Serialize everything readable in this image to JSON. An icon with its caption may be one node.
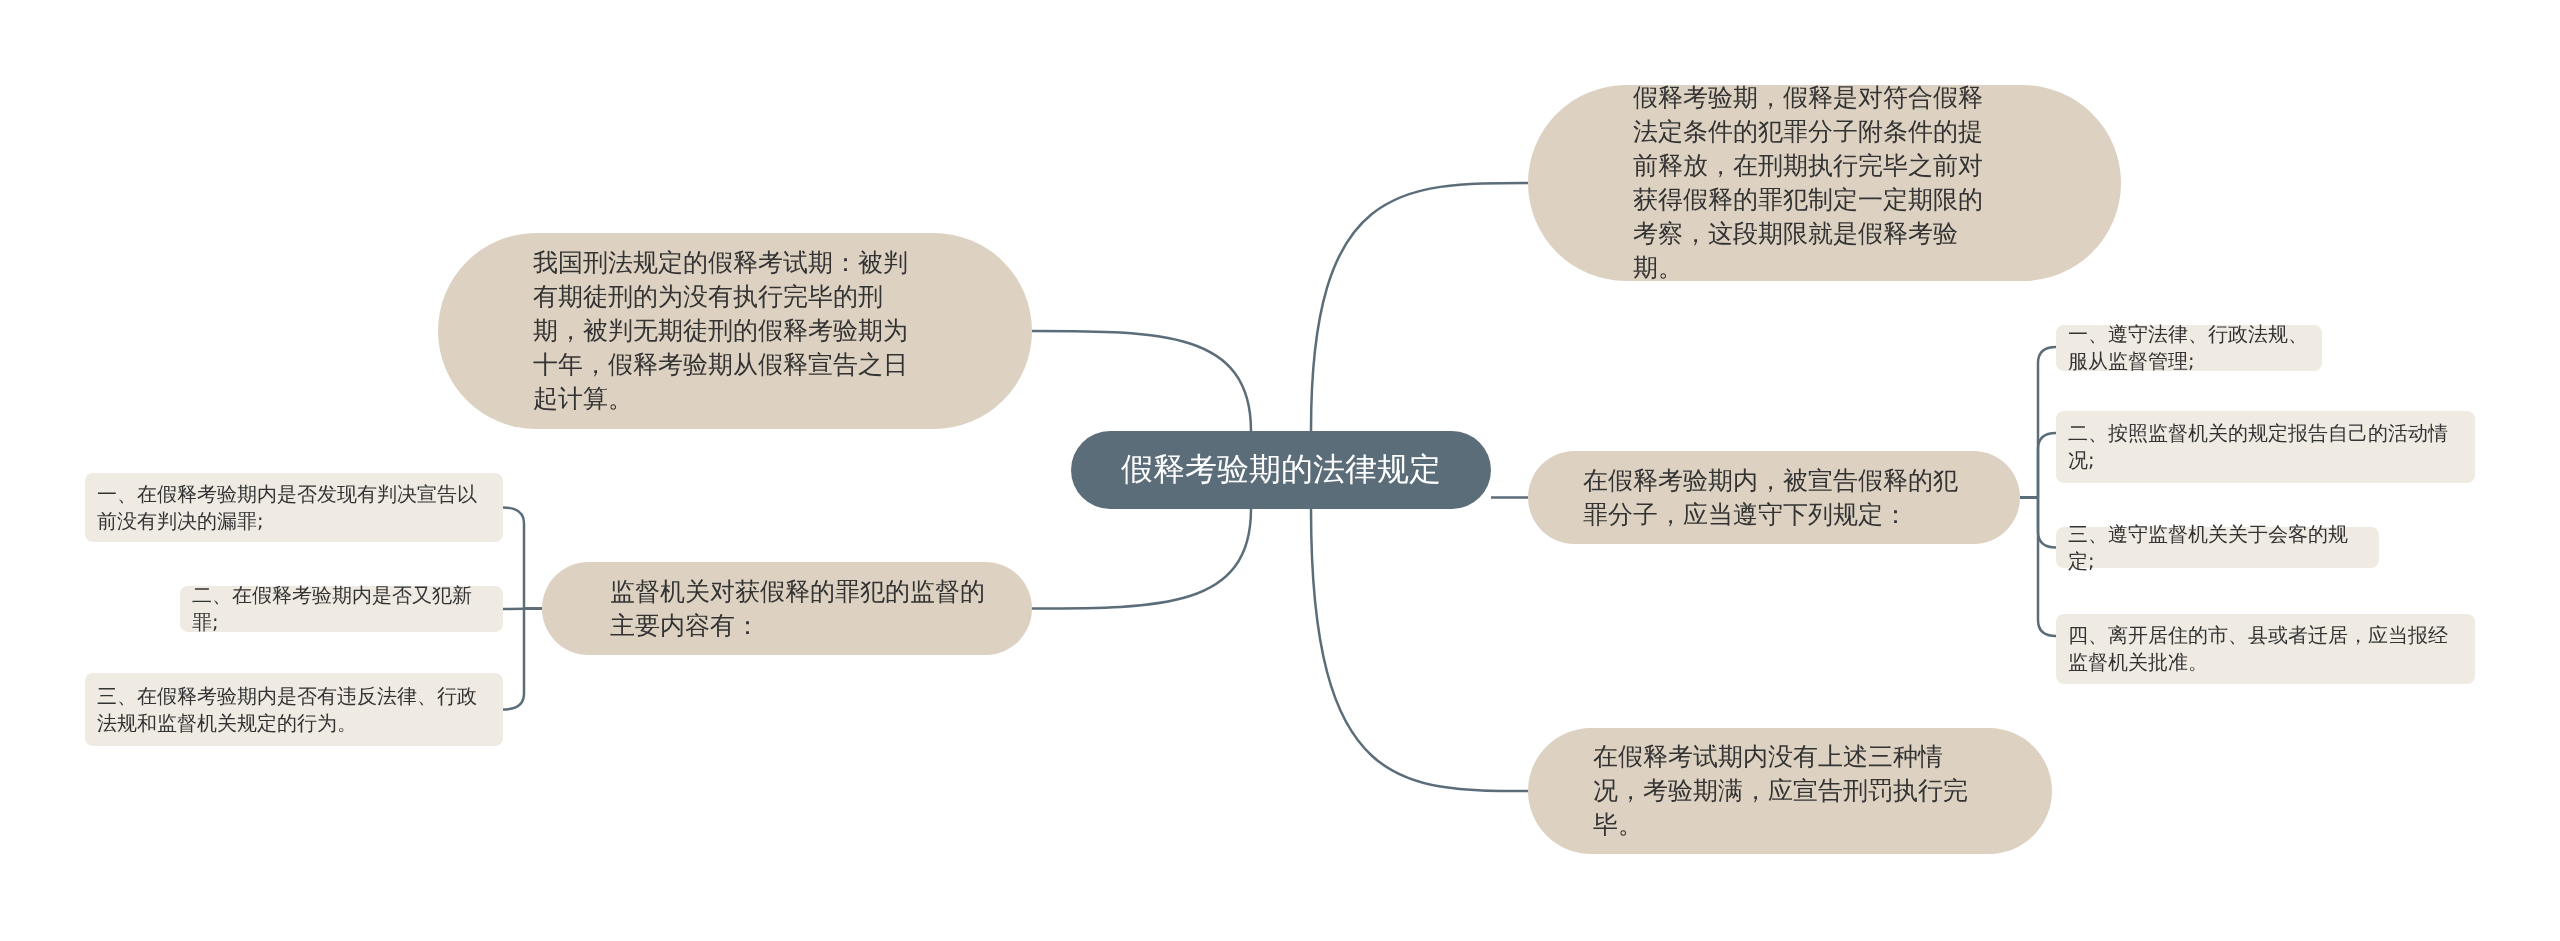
{
  "diagram": {
    "nodes": [
      {
        "text": [
          "假释考验期的法律规定"
        ]
      },
      {
        "text": [
          "假释考验期，假释是对符合假释法定条件的犯罪分子附条件的提前释放，在刑期执行完毕之前对获得假释的罪犯制定一定期限的考察，这段期限就是假释考验期。"
        ]
      },
      {
        "text": [
          "我国刑法规定的假释考试期：被判有期徒刑的为没有执行完毕的刑期，被判无期徒刑的假释考验期为十年，假释考验期从假释宣告之日起计算。"
        ]
      },
      {
        "text": [
          "在假释考验期内，被宣告假释的犯罪分子，应当遵守下列规定："
        ]
      },
      {
        "text": [
          "一、遵守法律、行政法规、服从监督管理;"
        ]
      },
      {
        "text": [
          "二、按照监督机关的规定报告自己的活动情况;"
        ]
      },
      {
        "text": [
          "三、遵守监督机关关于会客的规定;"
        ]
      },
      {
        "text": [
          "四、离开居住的市、县或者迁居，应当报经监督机关批准。"
        ]
      },
      {
        "text": [
          "监督机关对获假释的罪犯的监督的主要内容有："
        ]
      },
      {
        "text": [
          "一、在假释考验期内是否发现有判决宣告以前没有判决的漏罪;"
        ]
      },
      {
        "text": [
          "二、在假释考验期内是否又犯新罪;"
        ]
      },
      {
        "text": [
          "三、在假释考验期内是否有违反法律、行政法规和监督机关规定的行为。"
        ]
      },
      {
        "text": [
          "在假释考试期内没有上述三种情况，考验期满，应宣告刑罚执行完毕。"
        ]
      }
    ],
    "edges": [
      {
        "from": 0,
        "to": 1,
        "arrow": "none"
      },
      {
        "from": 0,
        "to": 2,
        "arrow": "none"
      },
      {
        "from": 0,
        "to": 3,
        "arrow": "none"
      },
      {
        "from": 3,
        "to": 4,
        "arrow": "none"
      },
      {
        "from": 3,
        "to": 5,
        "arrow": "none"
      },
      {
        "from": 3,
        "to": 6,
        "arrow": "none"
      },
      {
        "from": 3,
        "to": 7,
        "arrow": "none"
      },
      {
        "from": 0,
        "to": 8,
        "arrow": "none"
      },
      {
        "from": 8,
        "to": 9,
        "arrow": "none"
      },
      {
        "from": 8,
        "to": 10,
        "arrow": "none"
      },
      {
        "from": 8,
        "to": 11,
        "arrow": "none"
      },
      {
        "from": 0,
        "to": 12,
        "arrow": "none"
      }
    ]
  }
}
